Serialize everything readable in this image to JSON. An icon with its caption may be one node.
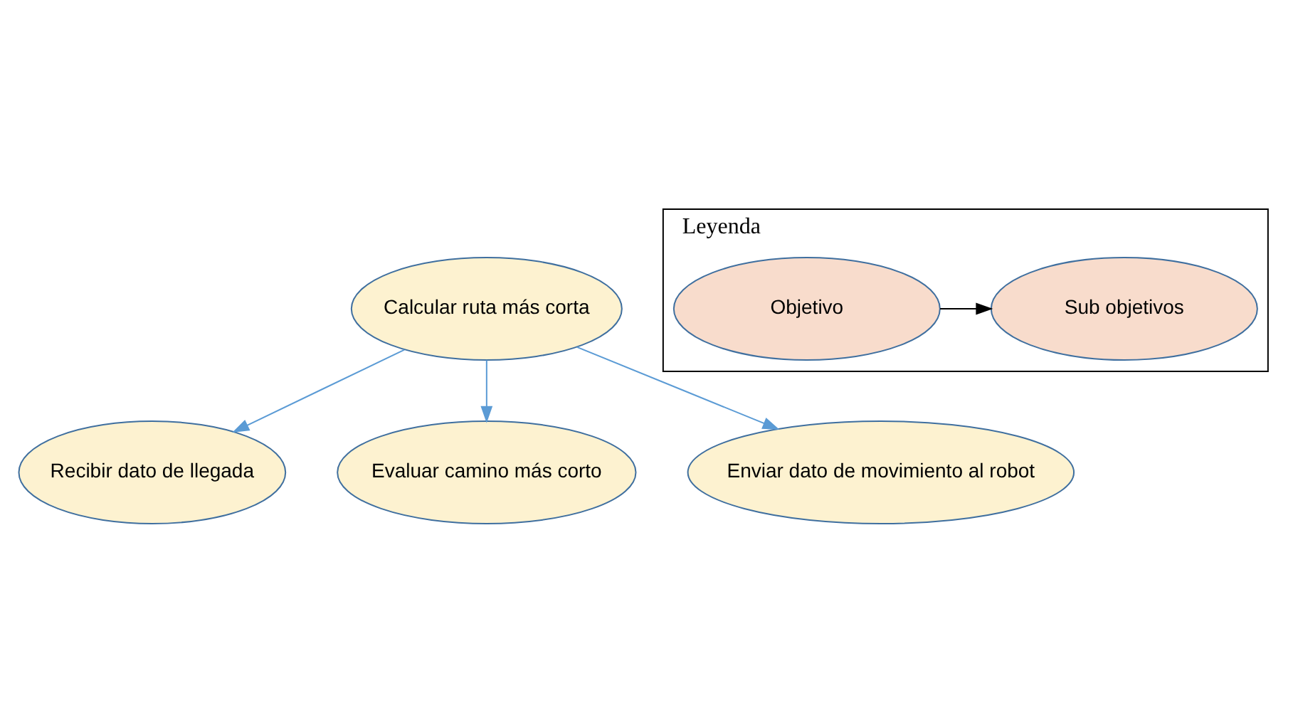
{
  "diagram": {
    "nodes": [
      {
        "text": [
          "Calcular ruta más corta"
        ]
      },
      {
        "text": [
          "Recibir dato de llegada"
        ]
      },
      {
        "text": [
          "Evaluar camino más corto"
        ]
      },
      {
        "text": [
          "Enviar dato de movimiento al robot"
        ]
      },
      {
        "text": [
          "Leyenda"
        ]
      },
      {
        "text": [
          "Objetivo"
        ],
        "in": 4
      },
      {
        "text": [
          "Sub objetivos"
        ],
        "in": 4
      }
    ],
    "edges": [
      {
        "from": 0,
        "to": 1,
        "arrow": "to"
      },
      {
        "from": 0,
        "to": 2,
        "arrow": "to"
      },
      {
        "from": 0,
        "to": 3,
        "arrow": "to"
      },
      {
        "from": 5,
        "to": 6,
        "arrow": "to",
        "color": "#000000"
      }
    ]
  }
}
